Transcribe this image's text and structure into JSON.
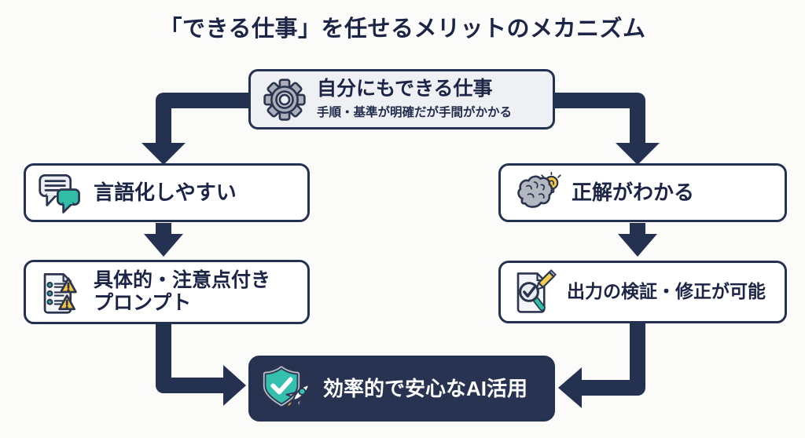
{
  "title": "「できる仕事」を任せるメリットのメカニズム",
  "nodes": {
    "source": {
      "title": "自分にもできる仕事",
      "subtitle": "手順・基準が明確だが手間がかかる",
      "icon": "gear-icon"
    },
    "left_top": {
      "label": "言語化しやすい",
      "icon": "chat-bubbles-icon"
    },
    "left_bottom": {
      "label_line1": "具体的・注意点付き",
      "label_line2": "プロンプト",
      "icon": "checklist-warning-icon"
    },
    "right_top": {
      "label": "正解がわかる",
      "icon": "brain-idea-icon"
    },
    "right_bottom": {
      "label": "出力の検証・修正が可能",
      "icon": "review-magnifier-icon"
    },
    "result": {
      "label": "効率的で安心なAI活用",
      "icon": "shield-rocket-icon"
    }
  },
  "edges": [
    {
      "from": "source",
      "to": "left_top"
    },
    {
      "from": "source",
      "to": "right_top"
    },
    {
      "from": "left_top",
      "to": "left_bottom"
    },
    {
      "from": "right_top",
      "to": "right_bottom"
    },
    {
      "from": "left_bottom",
      "to": "result"
    },
    {
      "from": "right_bottom",
      "to": "result"
    }
  ],
  "colors": {
    "background": "#fbfbfa",
    "outline_navy": "#243150",
    "text_navy": "#1c2545",
    "result_bg": "#273351",
    "source_box_bg": "#eef0f3",
    "box_bg": "#ffffff",
    "accent_teal": "#32bda6",
    "accent_yellow": "#f5c63f",
    "icon_gray": "#a9aeb8",
    "result_text": "#ffffff"
  }
}
